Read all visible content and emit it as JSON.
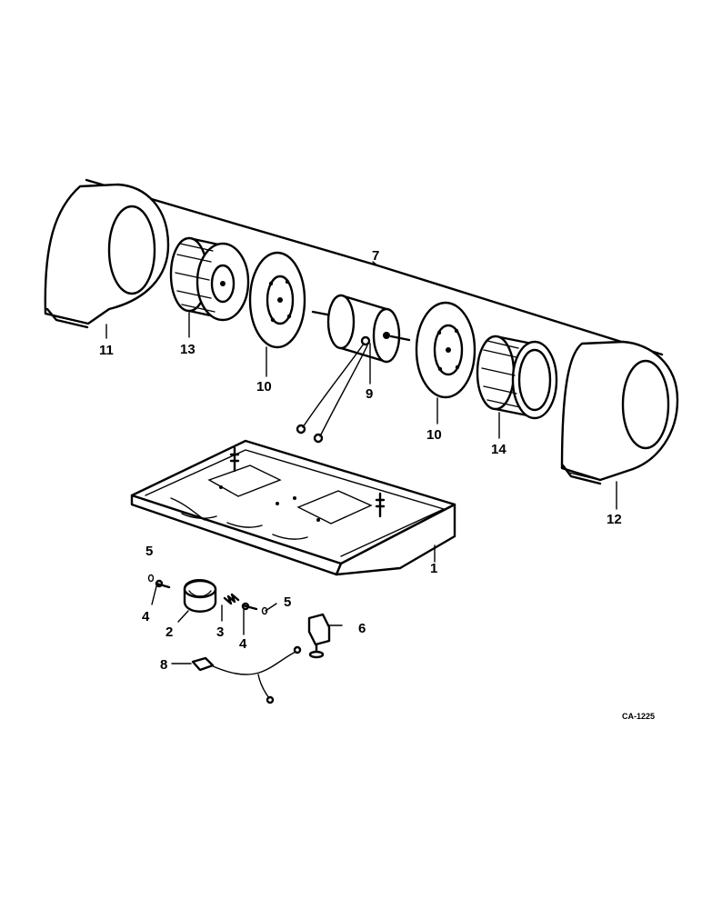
{
  "callouts": {
    "c1": "1",
    "c2": "2",
    "c3": "3",
    "c4a": "4",
    "c4b": "4",
    "c5a": "5",
    "c5b": "5",
    "c6": "6",
    "c7": "7",
    "c8": "8",
    "c9": "9",
    "c10a": "10",
    "c10b": "10",
    "c11": "11",
    "c12": "12",
    "c13": "13",
    "c14": "14"
  },
  "drawing_code": "CA-1225"
}
